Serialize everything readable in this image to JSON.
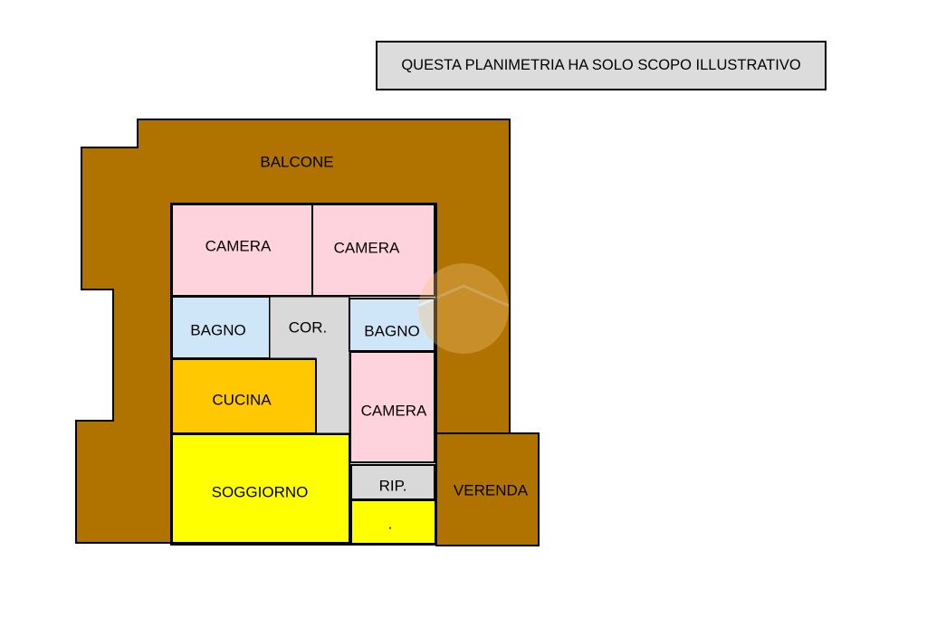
{
  "notice": "QUESTA PLANIMETRIA HA SOLO SCOPO ILLUSTRATIVO",
  "colors": {
    "balcony": "#b07300",
    "bedroom": "#ffd3dd",
    "bathroom": "#cfe6f8",
    "corridor": "#d9d9d9",
    "kitchen": "#ffc800",
    "living": "#ffff00",
    "storage": "#d9d9d9"
  },
  "rooms": {
    "balcone": "BALCONE",
    "camera_1": "CAMERA",
    "camera_2": "CAMERA",
    "bagno_1": "BAGNO",
    "corridoio": "COR.",
    "bagno_2": "BAGNO",
    "cucina": "CUCINA",
    "camera_3": "CAMERA",
    "soggiorno": "SOGGIORNO",
    "ripostiglio": "RIP.",
    "small_room": ".",
    "verenda": "VERENDA"
  }
}
